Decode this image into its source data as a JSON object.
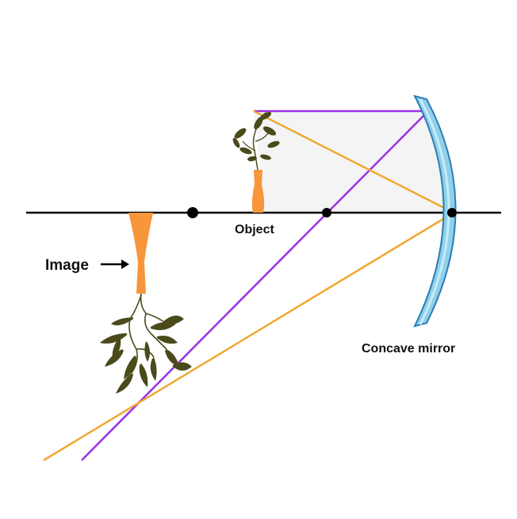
{
  "labels": {
    "object": "Object",
    "image": "Image",
    "mirror": "Concave mirror"
  },
  "colors": {
    "axis": "#000000",
    "ray_purple": "#9b30e6",
    "ray_orange": "#f0a830",
    "mirror_fill": "#8fd0ea",
    "mirror_stroke": "#2a7db5",
    "vase": "#f7963a",
    "leaf": "#4a4a1a",
    "region_fill": "#f4f4f4"
  },
  "icons": {
    "object": "plant-in-vase-upright",
    "image": "plant-in-vase-inverted",
    "mirror": "concave-mirror",
    "arrow": "arrow-right-icon"
  }
}
